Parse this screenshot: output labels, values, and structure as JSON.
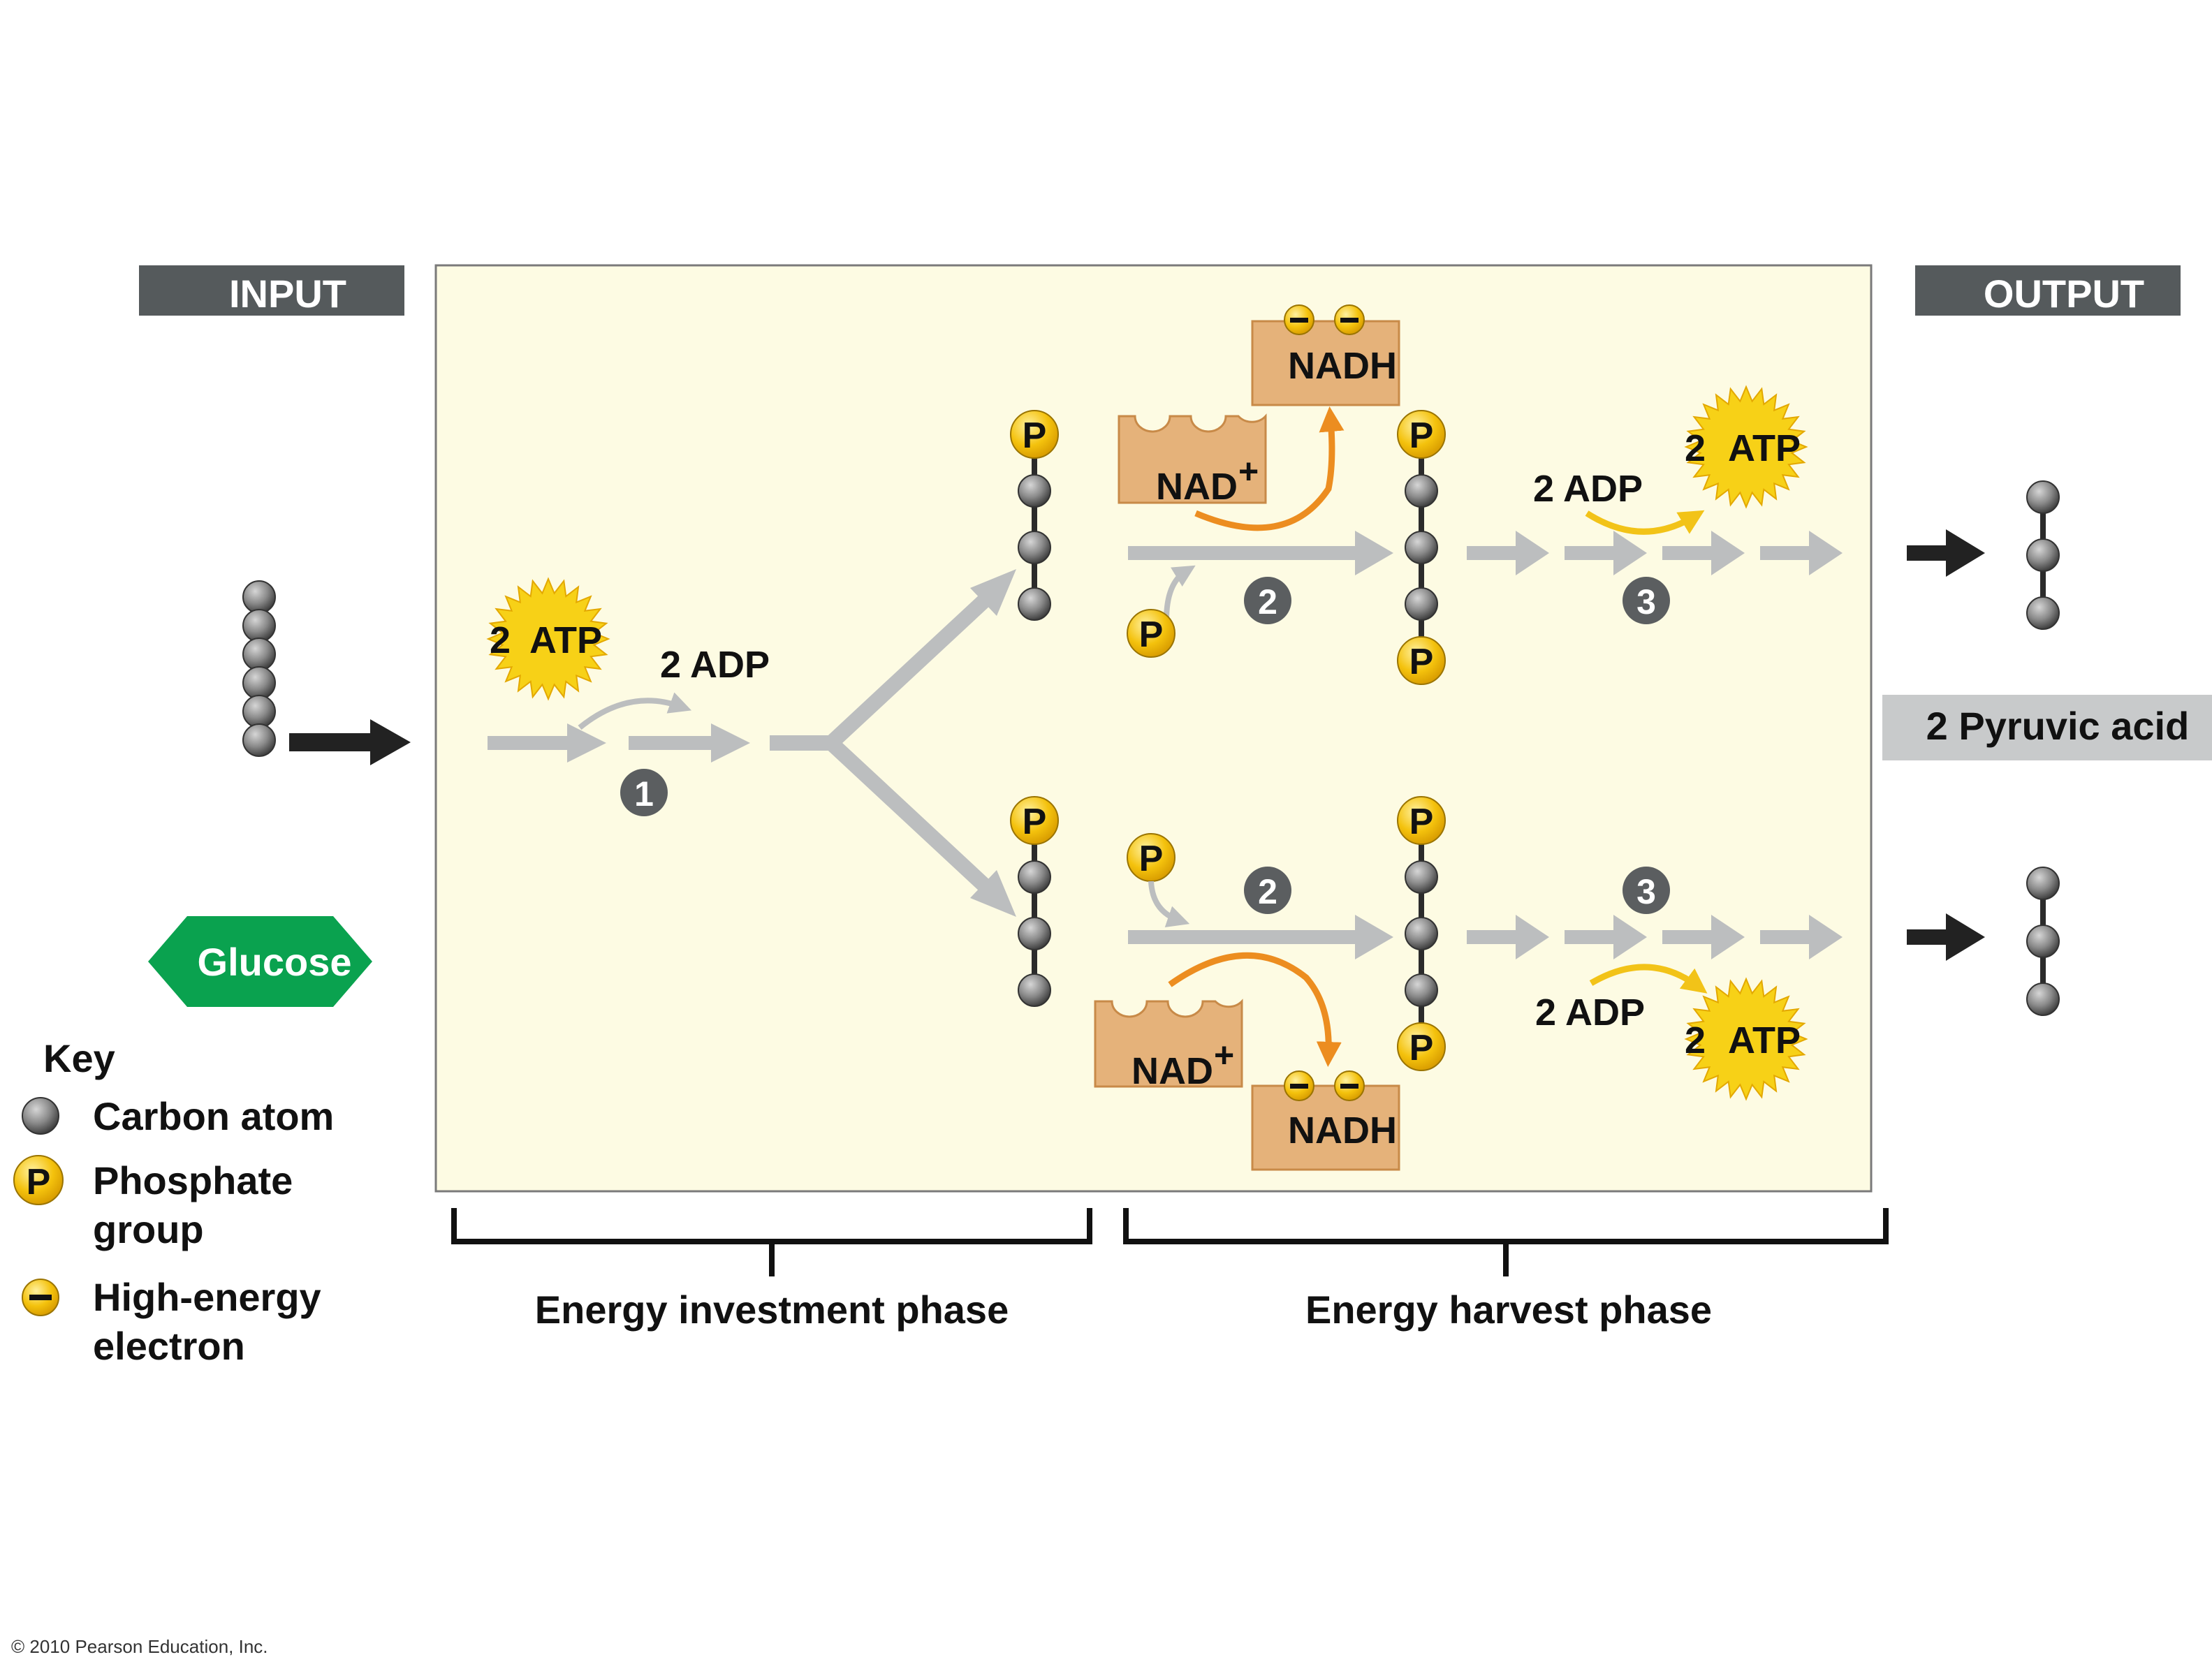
{
  "header": {
    "input_label": "INPUT",
    "output_label": "OUTPUT"
  },
  "input": {
    "molecule_label": "Glucose",
    "carbon_count": 6
  },
  "output": {
    "product_label": "2 Pyruvic acid",
    "carbon_count": 3
  },
  "steps": {
    "step1": "1",
    "step2": "2",
    "step3": "3"
  },
  "investment": {
    "atp_number": "2",
    "atp_text": "ATP",
    "adp_label": "2  ADP"
  },
  "harvest_top": {
    "nad_text": "NAD",
    "nad_charge": "+",
    "nadh_label": "NADH",
    "adp_label": "2 ADP",
    "atp_number": "2",
    "atp_text": "ATP"
  },
  "harvest_bottom": {
    "nad_text": "NAD",
    "nad_charge": "+",
    "nadh_label": "NADH",
    "adp_label": "2 ADP",
    "atp_number": "2",
    "atp_text": "ATP"
  },
  "phosphate_symbol": "P",
  "electron_symbol": "−",
  "phases": {
    "investment": "Energy investment phase",
    "harvest": "Energy harvest phase"
  },
  "key": {
    "title": "Key",
    "carbon": "Carbon atom",
    "phosphate_line1": "Phosphate",
    "phosphate_line2": "group",
    "electron_line1": "High-energy",
    "electron_line2": "electron"
  },
  "copyright": "© 2010 Pearson Education, Inc.",
  "colors": {
    "panel_fill": "#fdfbe3",
    "header_bar": "#555a5c",
    "glucose_green": "#0aa24f",
    "arrow_gray": "#bcbebf",
    "flow_arrow_dark": "#222222",
    "atp_yellow": "#f7d117",
    "phosphate_yellow": "#f4c20d",
    "nad_tan": "#e5b27a",
    "orange_arrow": "#ec8d20",
    "yellow_arrow": "#f2c318",
    "step_badge": "#5b5e60"
  }
}
